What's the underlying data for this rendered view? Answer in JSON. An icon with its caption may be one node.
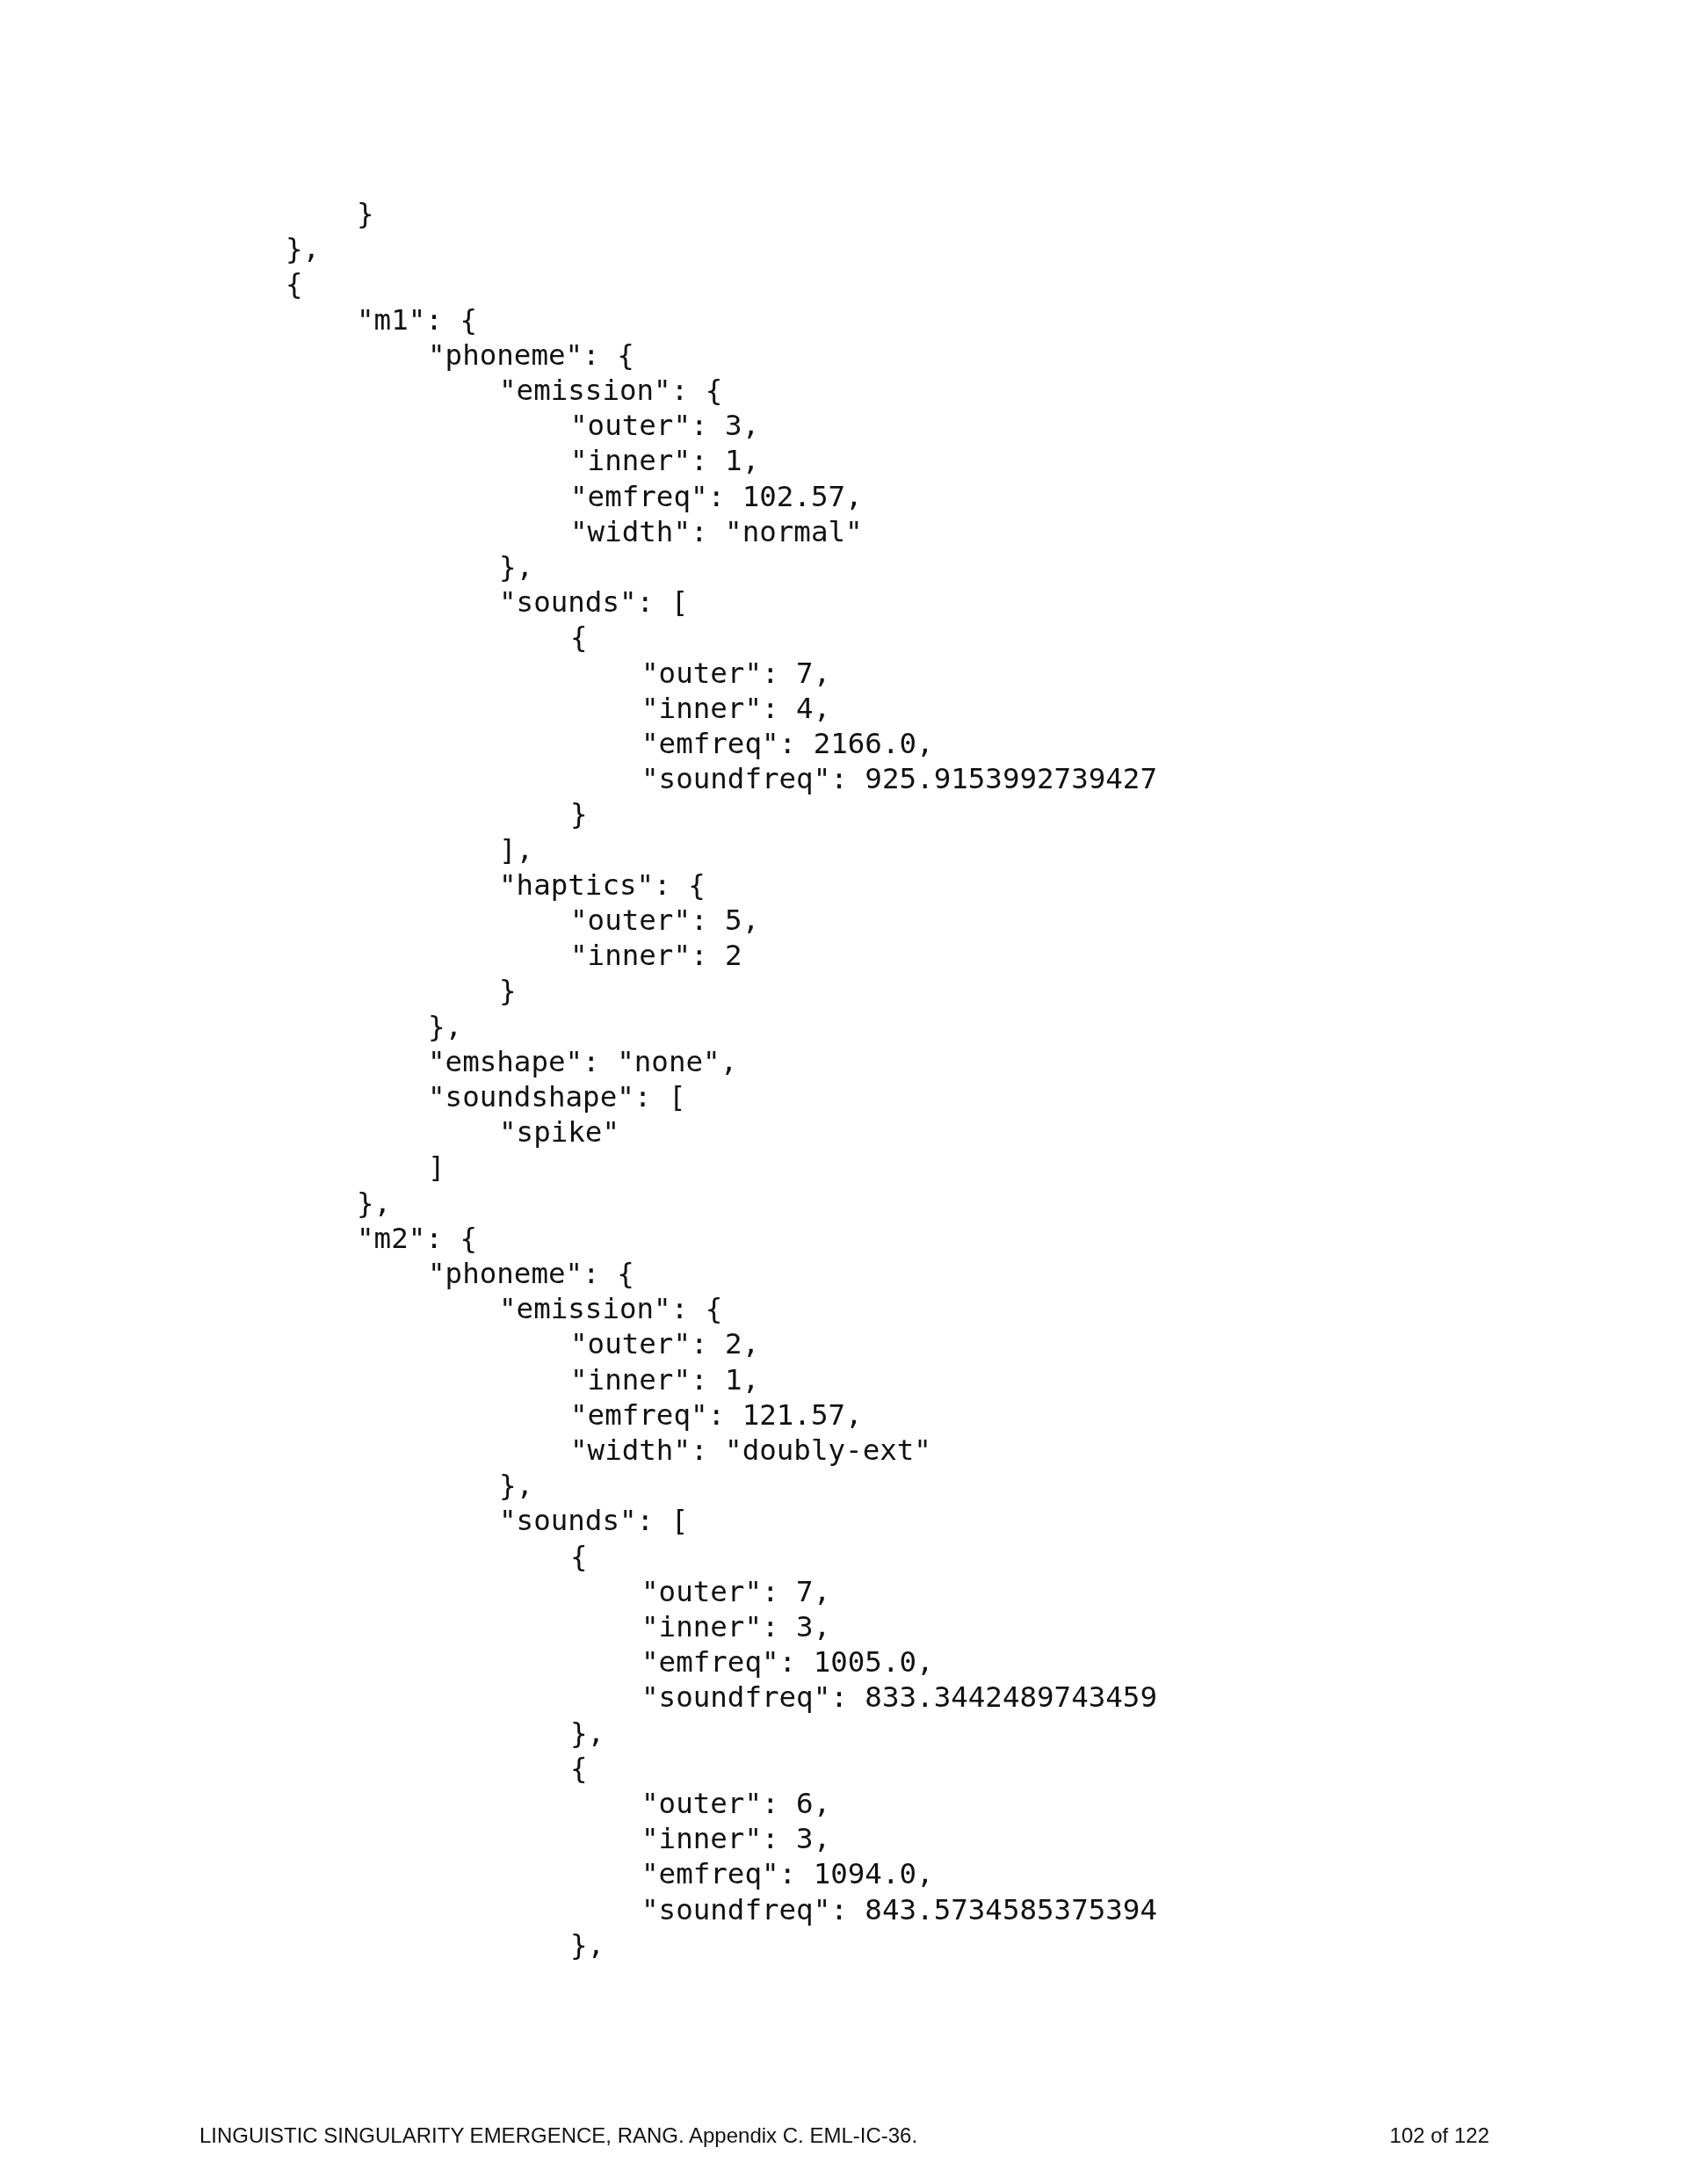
{
  "diagram": {
    "labels": [
      "}",
      "},",
      "{",
      "\"m1\": {",
      "\"phoneme\": {",
      "\"emission\": {",
      "\"outer\": 3,",
      "\"inner\": 1,",
      "\"emfreq\": 102.57,",
      "\"width\": \"normal\"",
      "},",
      "\"sounds\": [",
      "{",
      "\"outer\": 7,",
      "\"inner\": 4,",
      "\"emfreq\": 2166.0,",
      "\"soundfreq\": 925.9153992739427",
      "}",
      "],",
      "\"haptics\": {",
      "\"outer\": 5,",
      "\"inner\": 2",
      "}",
      "},",
      "\"emshape\": \"none\",",
      "\"soundshape\": [",
      "\"spike\"",
      "]",
      "},",
      "\"m2\": {",
      "\"phoneme\": {",
      "\"emission\": {",
      "\"outer\": 2,",
      "\"inner\": 1,",
      "\"emfreq\": 121.57,",
      "\"width\": \"doubly-ext\"",
      "},",
      "\"sounds\": [",
      "{",
      "\"outer\": 7,",
      "\"inner\": 3,",
      "\"emfreq\": 1005.0,",
      "\"soundfreq\": 833.3442489743459",
      "},",
      "{",
      "\"outer\": 6,",
      "\"inner\": 3,",
      "\"emfreq\": 1094.0,",
      "\"soundfreq\": 843.5734585375394",
      "},",
      "LINGUISTIC SINGULARITY EMERGENCE, RANG. Appendix C. EML-IC-36.",
      "102 of 122"
    ]
  }
}
